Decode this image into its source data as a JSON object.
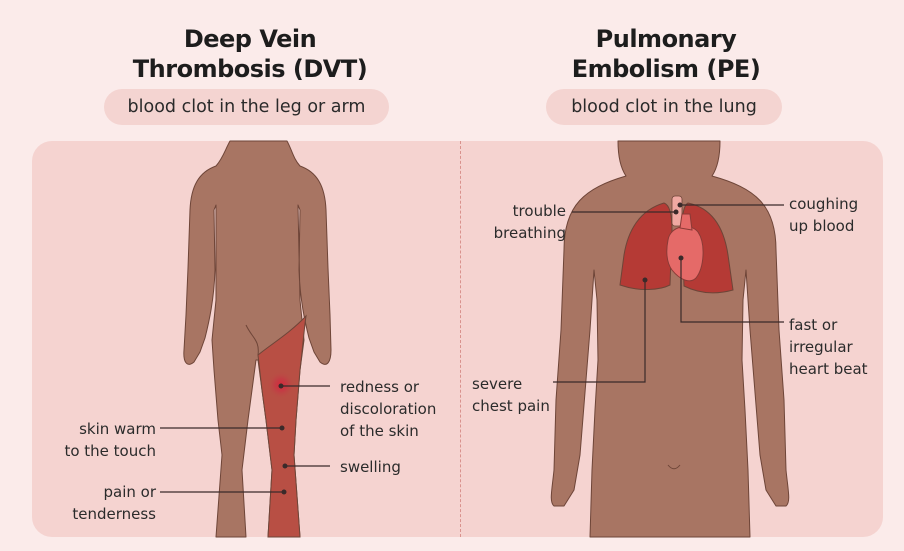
{
  "dvt": {
    "title": [
      "Deep Vein",
      "Thrombosis (DVT)"
    ],
    "subtitle": "blood clot in the leg or arm",
    "labels": {
      "redness": [
        "redness or",
        "discoloration",
        "of the skin"
      ],
      "warm": [
        "skin warm",
        "to the touch"
      ],
      "swelling": [
        "swelling"
      ],
      "pain": [
        "pain or",
        "tenderness"
      ]
    }
  },
  "pe": {
    "title": [
      "Pulmonary",
      "Embolism (PE)"
    ],
    "subtitle": "blood clot in the lung",
    "labels": {
      "breathing": [
        "trouble",
        "breathing"
      ],
      "coughing": [
        "coughing",
        "up blood"
      ],
      "heartbeat": [
        "fast or",
        "irregular",
        "heart beat"
      ],
      "chest": [
        "severe",
        "chest pain"
      ]
    }
  },
  "colors": {
    "background": "#fbebea",
    "panel": "#f5d3d0",
    "skin": "#a87563",
    "skin_outline": "#6e4538",
    "inflamed": "#b84f44",
    "lung": "#b53a35",
    "heart": "#e56a68",
    "divider": "#d9928d"
  }
}
